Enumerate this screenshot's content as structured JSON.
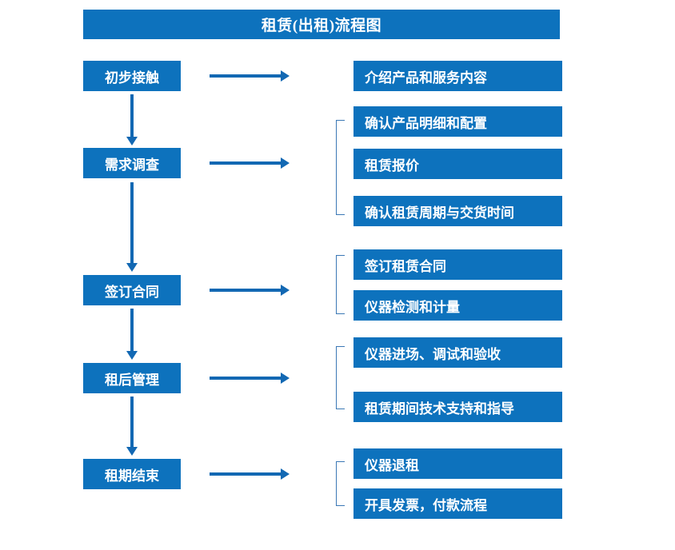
{
  "diagram": {
    "title": "租赁(出租)流程图",
    "accent_color": "#0d72bd",
    "arrow_color": "#1268b3",
    "bracket_color": "#3b78b5",
    "text_color": "#ffffff",
    "background_color": "#ffffff",
    "stages": [
      {
        "id": "stage-1",
        "label": "初步接触",
        "outputs": [
          "介绍产品和服务内容"
        ]
      },
      {
        "id": "stage-2",
        "label": "需求调查",
        "outputs": [
          "确认产品明细和配置",
          "租赁报价",
          "确认租赁周期与交货时间"
        ]
      },
      {
        "id": "stage-3",
        "label": "签订合同",
        "outputs": [
          "签订租赁合同",
          "仪器检测和计量"
        ]
      },
      {
        "id": "stage-4",
        "label": "租后管理",
        "outputs": [
          "仪器进场、调试和验收",
          "租赁期间技术支持和指导"
        ]
      },
      {
        "id": "stage-5",
        "label": "租期结束",
        "outputs": [
          "仪器退租",
          "开具发票，付款流程"
        ]
      }
    ],
    "flow_boxes": {
      "b1": "初步接触",
      "b2": "需求调查",
      "b3": "签订合同",
      "b4": "租后管理",
      "b5": "租期结束"
    },
    "detail_boxes": {
      "d1": "介绍产品和服务内容",
      "d2": "确认产品明细和配置",
      "d3": "租赁报价",
      "d4": "确认租赁周期与交货时间",
      "d5": "签订租赁合同",
      "d6": "仪器检测和计量",
      "d7": "仪器进场、调试和验收",
      "d8": "租赁期间技术支持和指导",
      "d9": "仪器退租",
      "d10": "开具发票，付款流程"
    }
  }
}
